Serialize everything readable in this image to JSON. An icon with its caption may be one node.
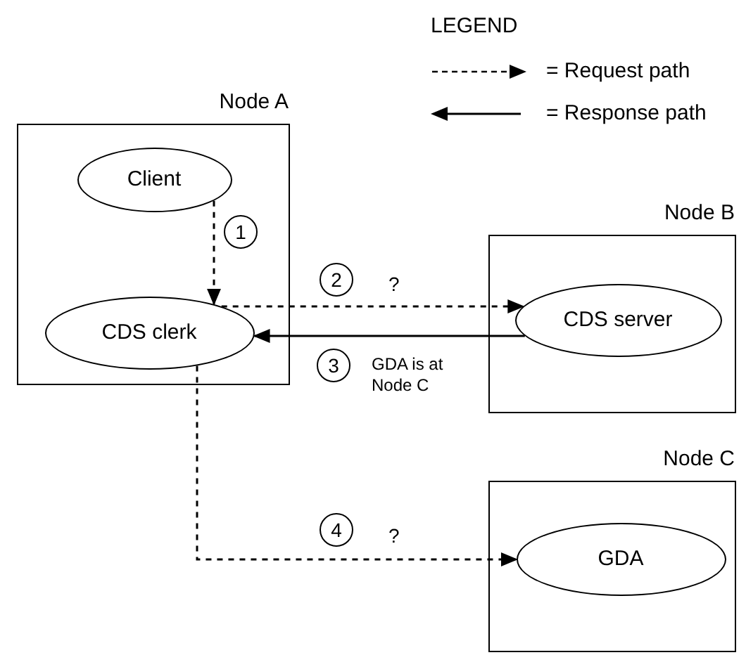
{
  "diagram": {
    "nodes": [
      {
        "text": [
          "Node A"
        ]
      },
      {
        "text": [
          "Client"
        ],
        "in": 0
      },
      {
        "text": [
          "CDS clerk"
        ],
        "in": 0
      },
      {
        "text": [
          "Node B"
        ]
      },
      {
        "text": [
          "CDS server"
        ],
        "in": 3
      },
      {
        "text": [
          "Node C"
        ]
      },
      {
        "text": [
          "GDA"
        ],
        "in": 5
      }
    ],
    "edges": [
      {
        "from": 1,
        "to": 2,
        "arrow": "to",
        "style": "dashed"
      },
      {
        "from": 2,
        "to": 4,
        "arrow": "to",
        "style": "dashed"
      },
      {
        "from": 4,
        "to": 2,
        "arrow": "to"
      },
      {
        "from": 2,
        "to": 6,
        "arrow": "to",
        "style": "dashed"
      }
    ],
    "labels": [
      "LEGEND",
      "1",
      "2",
      "?",
      "3",
      "GDA is at Node C",
      "4",
      "?"
    ],
    "legend": [
      {
        "text": "= Request path"
      },
      {
        "text": "= Response path"
      }
    ]
  }
}
